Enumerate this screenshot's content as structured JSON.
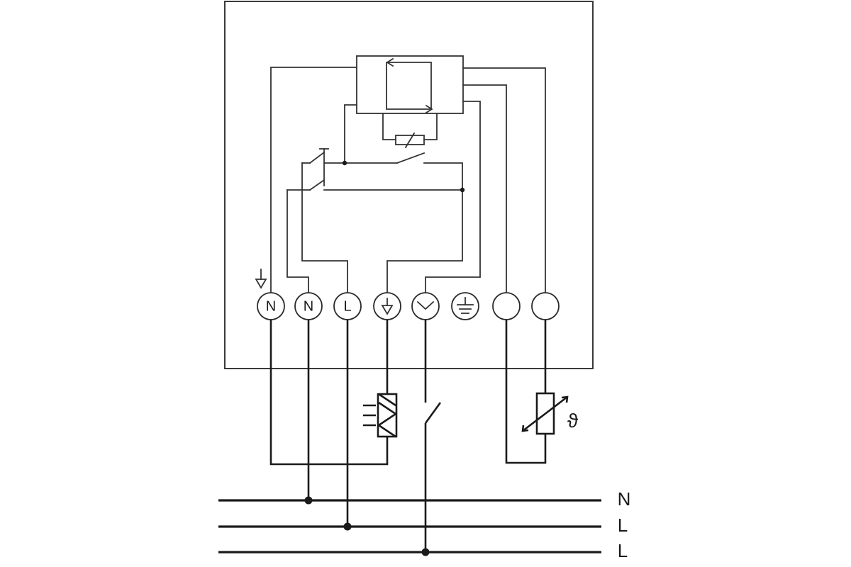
{
  "terminals": [
    {
      "id": "n-pe",
      "label": "N",
      "icon": "n-with-down-arrow-icon"
    },
    {
      "id": "n",
      "label": "N",
      "icon": ""
    },
    {
      "id": "l",
      "label": "L",
      "icon": ""
    },
    {
      "id": "heat-out",
      "label": "",
      "icon": "heating-output-icon"
    },
    {
      "id": "timer-in",
      "label": "",
      "icon": "setback-timer-icon"
    },
    {
      "id": "earth",
      "label": "",
      "icon": "earth-ground-icon"
    },
    {
      "id": "sensor-a",
      "label": "",
      "icon": "sensor-terminal-icon"
    },
    {
      "id": "sensor-b",
      "label": "",
      "icon": "sensor-terminal-icon"
    }
  ],
  "supply_lines": [
    {
      "label": "N"
    },
    {
      "label": "L"
    },
    {
      "label": "L"
    }
  ],
  "components": {
    "controller": "control-unit-icon",
    "relay": "relay-coil-icon",
    "heater": "heating-element-icon",
    "switch": "external-switch-icon",
    "sensor": "temperature-sensor-icon",
    "sensor_symbol": "ϑ"
  },
  "colors": {
    "line": "#333333",
    "enclosure": "#3a3a3a",
    "background": "#ffffff"
  }
}
